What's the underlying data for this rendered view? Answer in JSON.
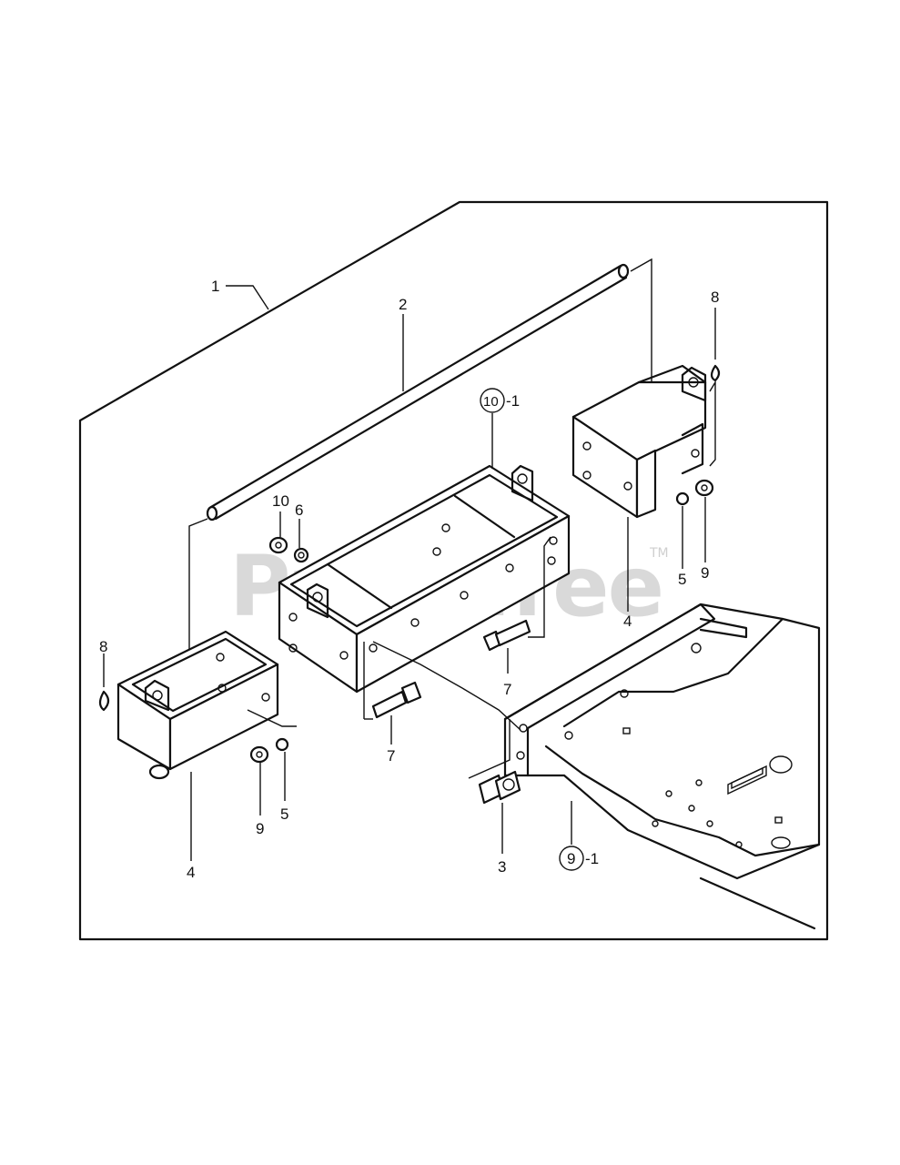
{
  "watermark": {
    "text": "PartsTree",
    "trademark": "TM"
  },
  "callouts": {
    "c1": "1",
    "c2": "2",
    "c10_1_num": "10",
    "c10_1_suffix": "-1",
    "c8_right": "8",
    "c10": "10",
    "c6": "6",
    "c5_right": "5",
    "c9_right": "9",
    "c4_right": "4",
    "c8_left": "8",
    "c7_upper": "7",
    "c7_lower": "7",
    "c4_left": "4",
    "c9_left": "9",
    "c5_left": "5",
    "c3": "3",
    "c9_1_num": "9",
    "c9_1_suffix": "-1"
  }
}
